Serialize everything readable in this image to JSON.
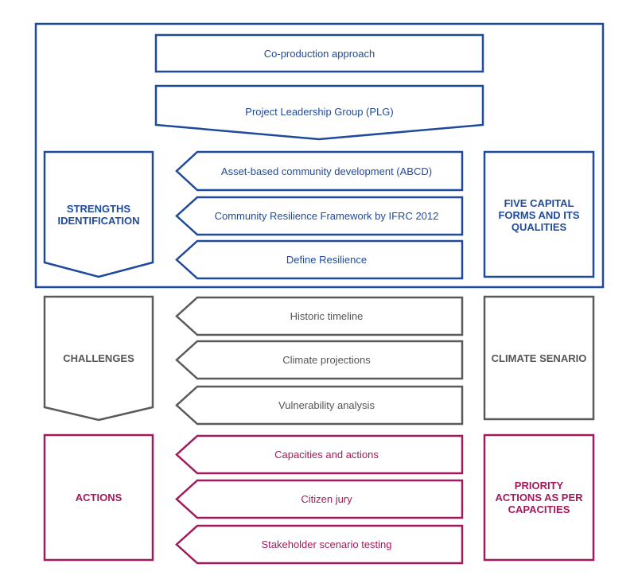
{
  "colors": {
    "blue": "#1f4a9c",
    "grey": "#5a5a5a",
    "magenta": "#a21a5c"
  },
  "top": {
    "approach": "Co-production approach",
    "plg": "Project Leadership Group (PLG)"
  },
  "strengths": {
    "left_label": "STRENGTHS IDENTIFICATION",
    "right_label": "FIVE CAPITAL FORMS AND ITS QUALITIES",
    "items": [
      "Asset-based community development (ABCD)",
      "Community Resilience Framework by IFRC 2012",
      "Define Resilience"
    ]
  },
  "challenges": {
    "left_label": "CHALLENGES",
    "right_label": "CLIMATE SENARIO",
    "items": [
      "Historic timeline",
      "Climate projections",
      "Vulnerability analysis"
    ]
  },
  "actions": {
    "left_label": "ACTIONS",
    "right_label": "PRIORITY ACTIONS AS PER CAPACITIES",
    "items": [
      "Capacities and actions",
      "Citizen jury",
      "Stakeholder scenario testing"
    ]
  }
}
